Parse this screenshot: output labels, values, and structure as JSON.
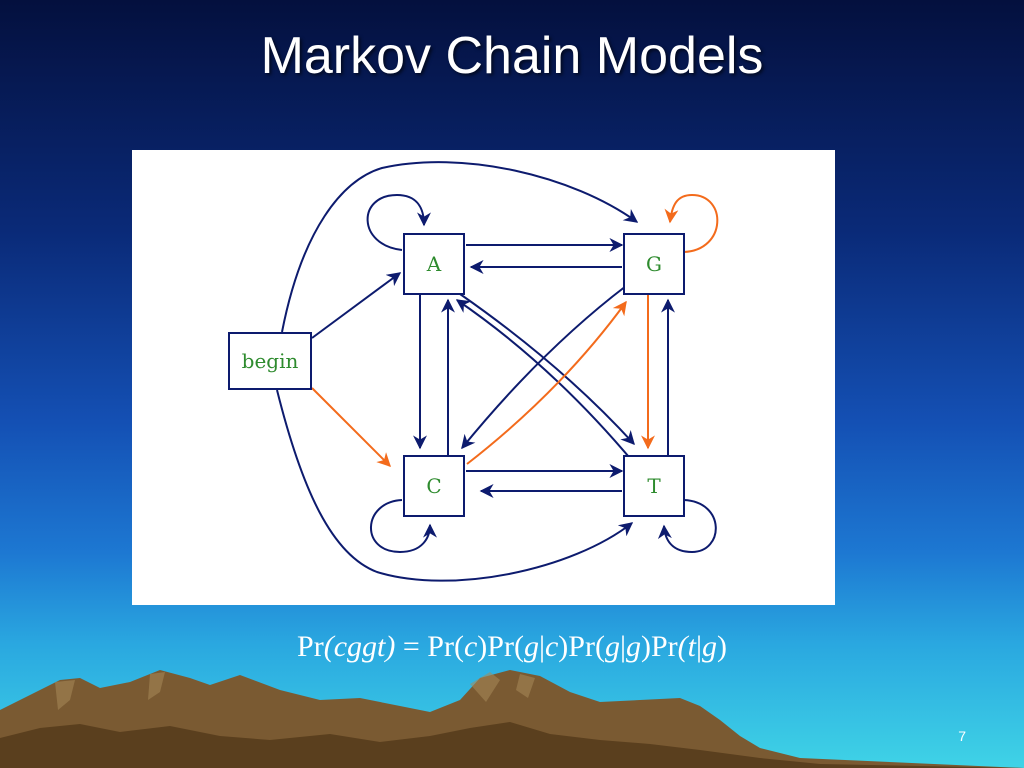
{
  "slide": {
    "title": "Markov Chain Models",
    "page_number": "7"
  },
  "diagram": {
    "nodes": {
      "begin": "begin",
      "A": "A",
      "G": "G",
      "C": "C",
      "T": "T"
    },
    "colors": {
      "edge_default": "#0d1b6e",
      "edge_highlight": "#f36b1c",
      "node_label": "#2e8b2e"
    }
  },
  "formula": {
    "p1": "Pr",
    "p2": "(cggt)",
    "p3": " = Pr(",
    "p4": "c",
    "p5": ")Pr(",
    "p6": "g",
    "p7": "|",
    "p8": "c",
    "p9": ")Pr(",
    "p10": "g",
    "p11": "|",
    "p12": "g",
    "p13": ")Pr",
    "p14": "(t",
    "p15": "|",
    "p16": "g",
    "p17": ")"
  }
}
